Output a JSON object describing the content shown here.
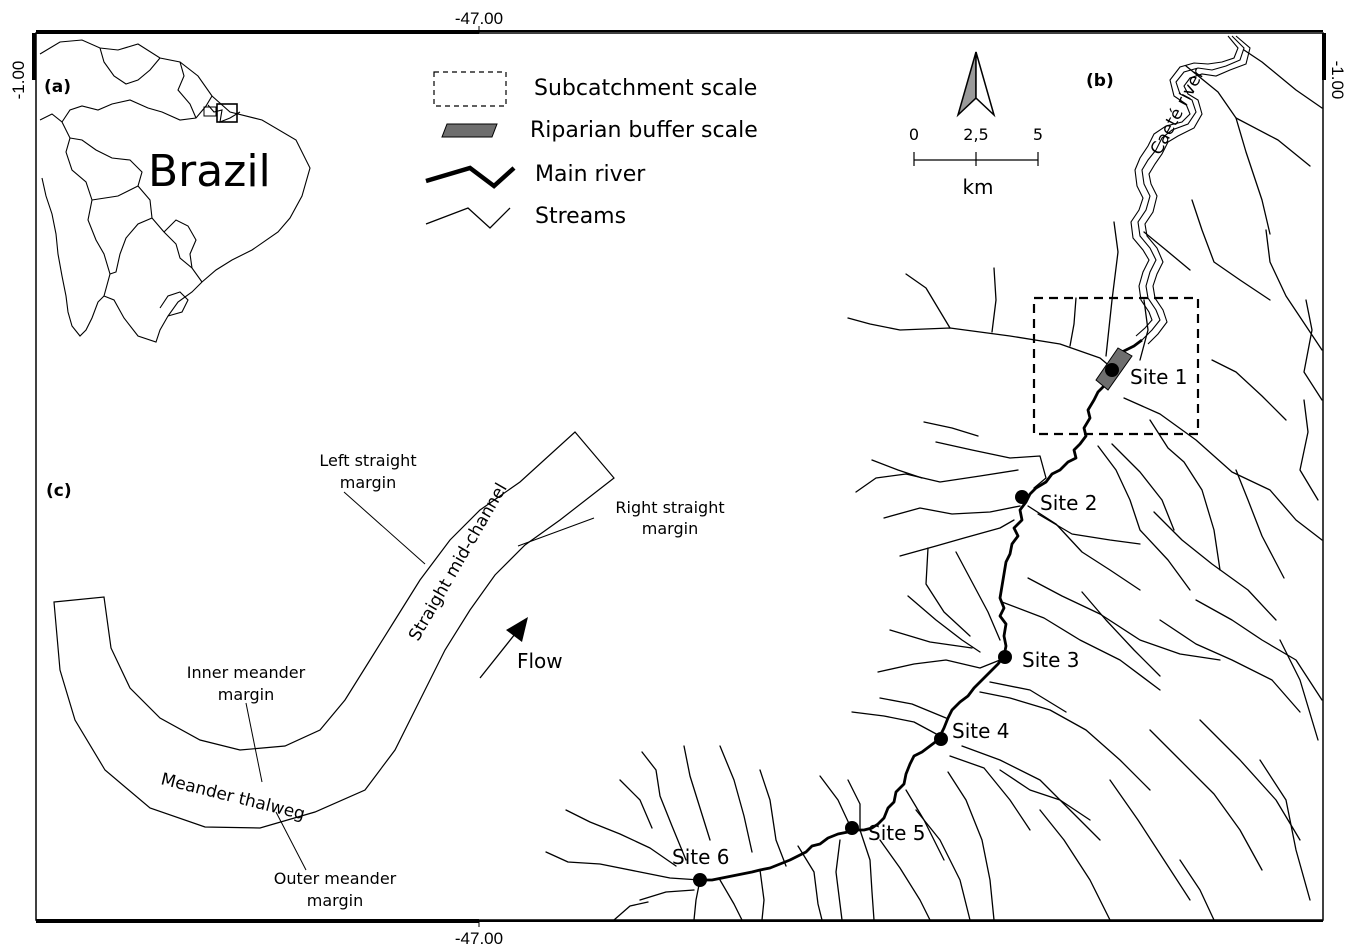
{
  "coords": {
    "top": "-47.00",
    "bottom": "-47.00",
    "left": "-1.00",
    "right": "-1.00"
  },
  "panels": {
    "a": "(a)",
    "b": "(b)",
    "c": "(c)"
  },
  "inset": {
    "country": "Brazil"
  },
  "legend": {
    "subcatchment": "Subcatchment scale",
    "riparian": "Riparian buffer scale",
    "main_river": "Main river",
    "streams": "Streams"
  },
  "scale": {
    "ticks": [
      "0",
      "2,5",
      "5"
    ],
    "unit": "km"
  },
  "river": {
    "name": "Caeté river"
  },
  "sites": [
    "Site 1",
    "Site 2",
    "Site 3",
    "Site 4",
    "Site 5",
    "Site 6"
  ],
  "diagram": {
    "left_margin_1": "Left straight",
    "left_margin_2": "margin",
    "right_margin_1": "Right straight",
    "right_margin_2": "margin",
    "mid_channel": "Straight mid-channel",
    "flow": "Flow",
    "inner_1": "Inner meander",
    "inner_2": "margin",
    "thalweg": "Meander thalweg",
    "outer_1": "Outer meander",
    "outer_2": "margin"
  },
  "colors": {
    "buffer": "#6e6e6e",
    "ink": "#000000"
  }
}
